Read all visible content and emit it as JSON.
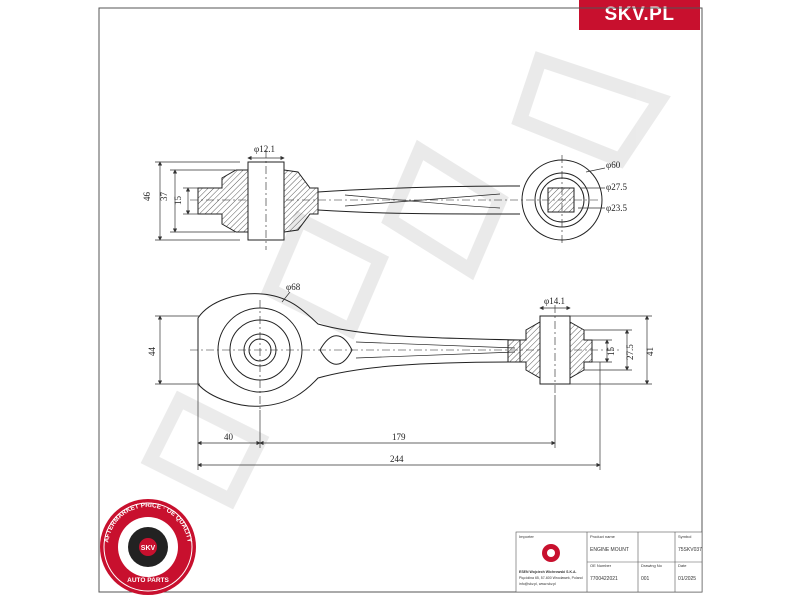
{
  "brand": {
    "logo_text": "SKV.PL",
    "accent_color": "#c8102e"
  },
  "top_view": {
    "dim_phi_12_1": "φ12.1",
    "dim_phi_60": "φ60",
    "dim_phi_27_5": "φ27.5",
    "dim_phi_23_5": "φ23.5",
    "dim_46": "46",
    "dim_37": "37",
    "dim_15": "15"
  },
  "front_view": {
    "dim_phi_68": "φ68",
    "dim_phi_14_1": "φ14.1",
    "dim_44": "44",
    "dim_15": "15",
    "dim_27_5": "27.5",
    "dim_41": "41",
    "dim_40": "40",
    "dim_179": "179",
    "dim_244": "244"
  },
  "title_block": {
    "importer_label": "Importer",
    "product_name_label": "Product name",
    "symbol_label": "Symbol",
    "product_name": "ENGINE MOUNT",
    "symbol": "75SKV037",
    "company_name": "ESEN Wojciech Wichrowski S.K.A.",
    "company_address": "Pięciolina 65, 57-600 Wrocławek, Poland",
    "company_contact": "info@skv.pl, www.skv.pl",
    "oe_number_label": "OE Number",
    "oe_number": "7700422021",
    "drawing_no_label": "Drawing No",
    "drawing_no": "001",
    "date_label": "Date",
    "date": "01/2025"
  },
  "seal": {
    "ring_text": "AFTERMARKET PRICE · OE QUALITY",
    "center_text": "SKV",
    "bottom_text": "AUTO PARTS"
  }
}
